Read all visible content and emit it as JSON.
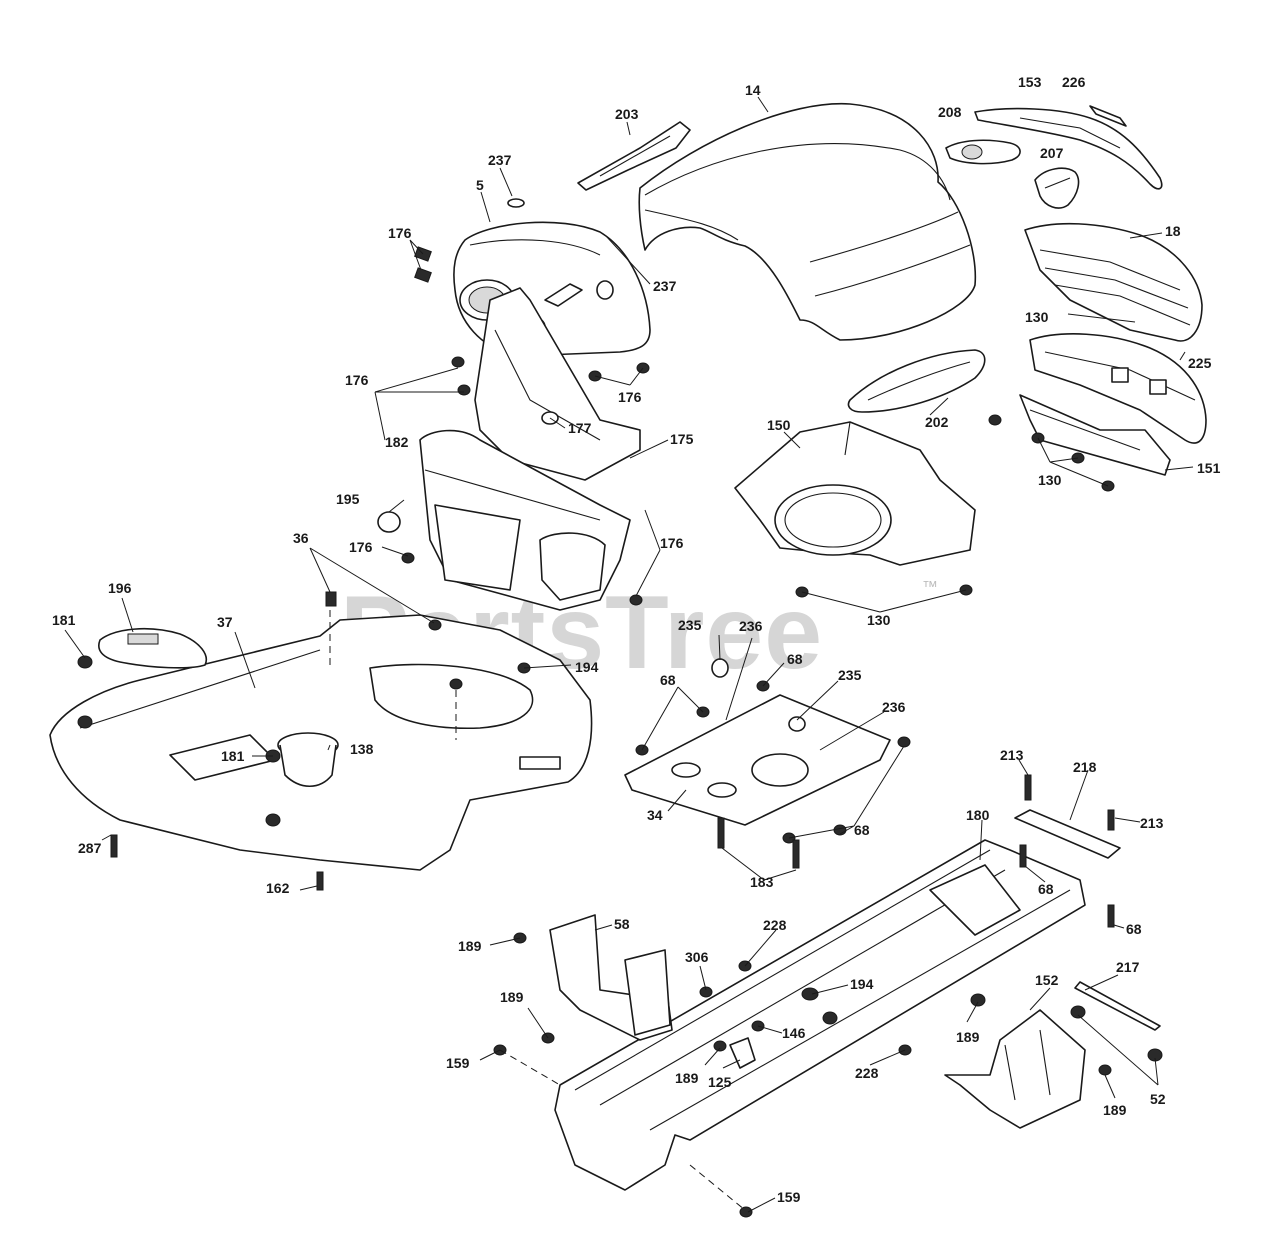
{
  "watermark": {
    "text": "PartsTree",
    "trademark": "™"
  },
  "callouts": {
    "c14": "14",
    "c153": "153",
    "c226": "226",
    "c203": "203",
    "c208": "208",
    "c237a": "237",
    "c207": "207",
    "c5": "5",
    "c176a": "176",
    "c18": "18",
    "c237b": "237",
    "c130a": "130",
    "c225": "225",
    "c176b": "176",
    "c176c": "176",
    "c177": "177",
    "c175": "175",
    "c202": "202",
    "c182": "182",
    "c150": "150",
    "c151": "151",
    "c130b": "130",
    "c195": "195",
    "c176d": "176",
    "c36": "36",
    "c176e": "176",
    "c130c": "130",
    "c196": "196",
    "c181a": "181",
    "c37": "37",
    "c194a": "194",
    "c235a": "235",
    "c236a": "236",
    "c68a": "68",
    "c68b": "68",
    "c235b": "235",
    "c236b": "236",
    "c181b": "181",
    "c138": "138",
    "c34": "34",
    "c68c": "68",
    "c213a": "213",
    "c218": "218",
    "c213b": "213",
    "c287": "287",
    "c183": "183",
    "c180": "180",
    "c68d": "68",
    "c162": "162",
    "c68e": "68",
    "c58": "58",
    "c228a": "228",
    "c189a": "189",
    "c306": "306",
    "c217": "217",
    "c194b": "194",
    "c152": "152",
    "c189b": "189",
    "c146": "146",
    "c189c": "189",
    "c159a": "159",
    "c189d": "189",
    "c125": "125",
    "c228b": "228",
    "c189e": "189",
    "c52": "52",
    "c159b": "159"
  }
}
